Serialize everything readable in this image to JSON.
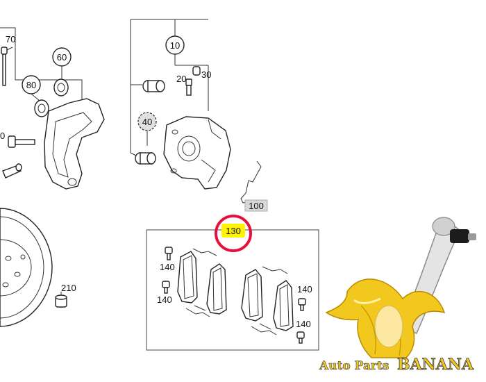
{
  "labels": {
    "p70": "70",
    "p60": "60",
    "p80": "80",
    "p0": "0",
    "p10": "10",
    "p20": "20",
    "p30": "30",
    "p40": "40",
    "p100": "100",
    "p130": "130",
    "p140a": "140",
    "p140b": "140",
    "p140c": "140",
    "p140d": "140",
    "p210": "210"
  },
  "colors": {
    "highlight": "#fff200",
    "marker_ring": "#e8103a",
    "banana": "#f2c81e",
    "watermark_text": "#2a2a2a"
  },
  "watermark": {
    "prefix": "Auto Parts",
    "brand": "BANANA"
  }
}
